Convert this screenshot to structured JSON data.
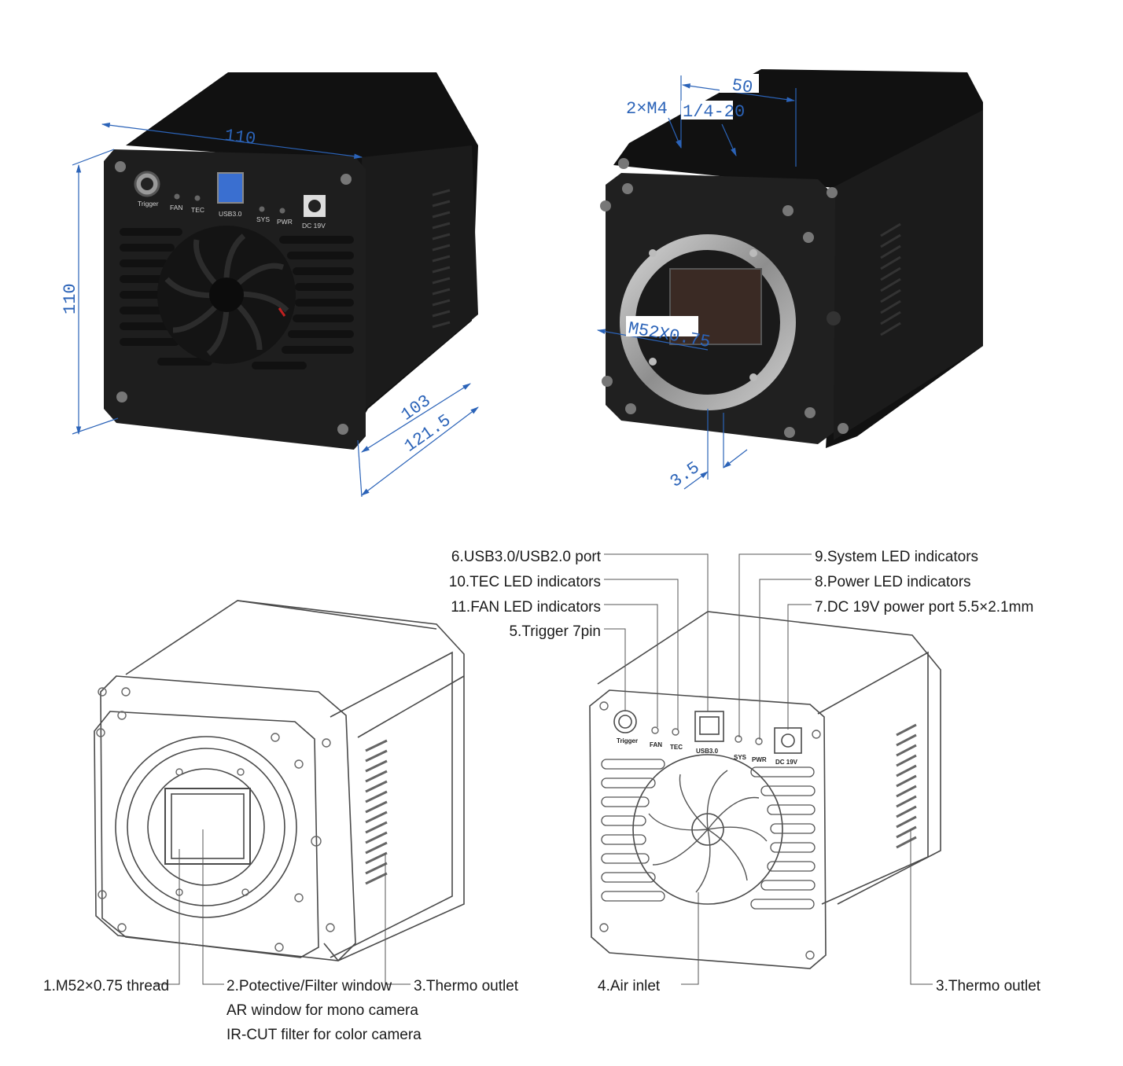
{
  "dimensions": {
    "width_top": "110",
    "height_left": "110",
    "depth_body": "103",
    "depth_total": "121.5",
    "mount_spacing": "50",
    "holes_m4": "2×M4",
    "tripod_thread": "1/4-20",
    "mount_thread": "M52X0.75",
    "flange_offset": "3.5"
  },
  "back_panel": {
    "trigger": "Trigger",
    "fan": "FAN",
    "tec": "TEC",
    "usb": "USB3.0",
    "sys": "SYS",
    "pwr": "PWR",
    "dc": "DC 19V"
  },
  "callouts": {
    "c1": "1.M52×0.75 thread",
    "c2": "2.Potective/Filter window",
    "c2_line2": "AR window for mono camera",
    "c2_line3": "IR-CUT filter for color camera",
    "c3_left": "3.Thermo outlet",
    "c4": "4.Air inlet",
    "c3_right": "3.Thermo outlet",
    "c5": "5.Trigger 7pin",
    "c6": "6.USB3.0/USB2.0 port",
    "c7": "7.DC 19V power port 5.5×2.1mm",
    "c8": "8.Power LED indicators",
    "c9": "9.System LED indicators",
    "c10": "10.TEC LED indicators",
    "c11": "11.FAN LED indicators"
  },
  "colors": {
    "dimension_blue": "#2b63b8",
    "body_dark": "#1c1c1c",
    "outline": "#4a4a4a"
  }
}
